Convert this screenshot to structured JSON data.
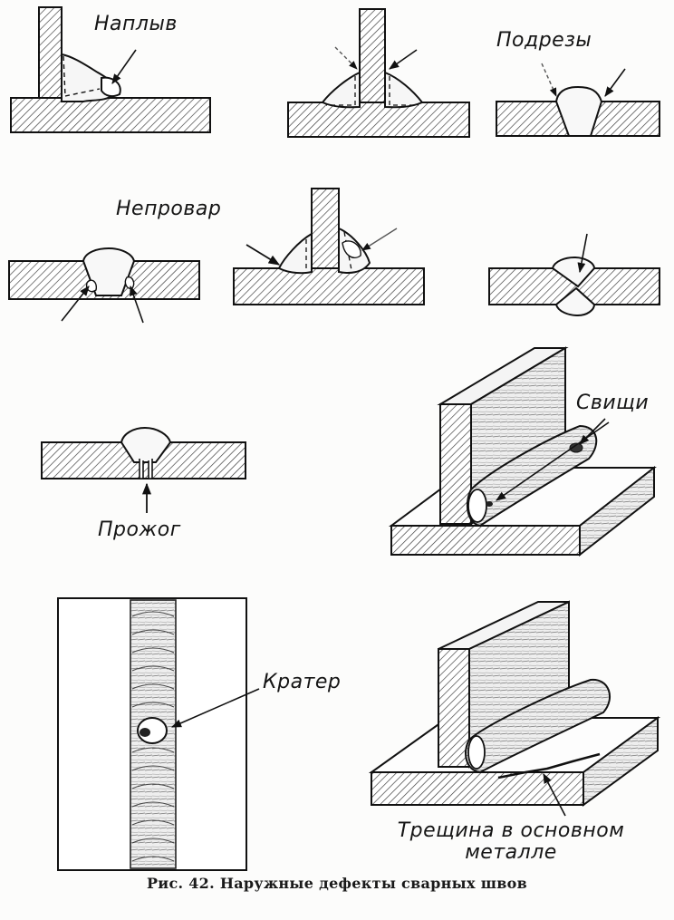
{
  "labels": {
    "overlap": "Наплыв",
    "undercuts": "Подрезы",
    "lack_of_fusion": "Непровар",
    "burn_through": "Прожог",
    "pores": "Свищи",
    "crater": "Кратер",
    "crack_line1": "Трещина в основном",
    "crack_line2": "металле"
  },
  "caption": "Рис. 42. Наружные дефекты сварных швов"
}
